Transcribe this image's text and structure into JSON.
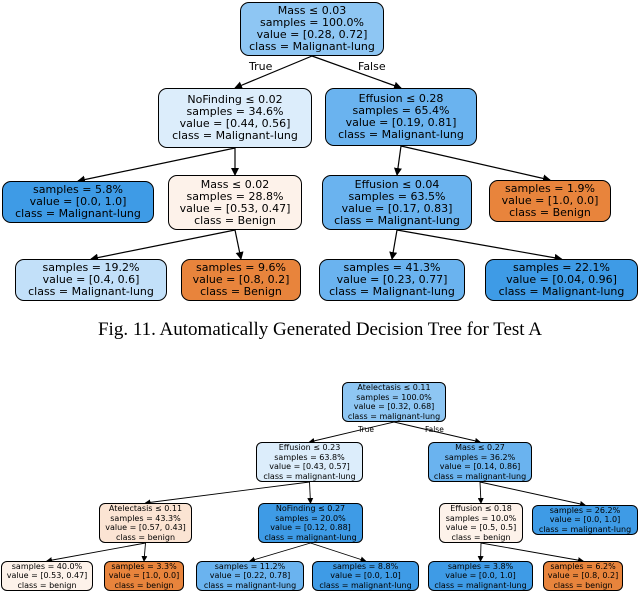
{
  "colors": {
    "malignant_dark": "#3e9be6",
    "malignant_mid": "#6ab3ef",
    "malignant_light": "#8ec6f3",
    "malignant_pale": "#c2e0f9",
    "malignant_faint": "#dcedfb",
    "benign_dark": "#e8843c",
    "benign_light": "#fbe4d3",
    "benign_faint": "#fdf2ea",
    "edge": "#000000"
  },
  "caption": "Fig. 11. Automatically Generated Decision Tree for Test A",
  "treeA": {
    "edge_labels": {
      "true": "True",
      "false": "False"
    },
    "root": {
      "lines": [
        "Mass ≤ 0.03",
        "samples = 100.0%",
        "value = [0.28, 0.72]",
        "class = Malignant-lung"
      ]
    },
    "l": {
      "lines": [
        "NoFinding ≤ 0.02",
        "samples = 34.6%",
        "value = [0.44, 0.56]",
        "class = Malignant-lung"
      ]
    },
    "r": {
      "lines": [
        "Effusion ≤ 0.28",
        "samples = 65.4%",
        "value = [0.19, 0.81]",
        "class = Malignant-lung"
      ]
    },
    "ll": {
      "lines": [
        "samples = 5.8%",
        "value = [0.0, 1.0]",
        "class = Malignant-lung"
      ]
    },
    "lr": {
      "lines": [
        "Mass ≤ 0.02",
        "samples = 28.8%",
        "value = [0.53, 0.47]",
        "class = Benign"
      ]
    },
    "rl": {
      "lines": [
        "Effusion ≤ 0.04",
        "samples = 63.5%",
        "value = [0.17, 0.83]",
        "class = Malignant-lung"
      ]
    },
    "rr": {
      "lines": [
        "samples = 1.9%",
        "value = [1.0, 0.0]",
        "class = Benign"
      ]
    },
    "lrl": {
      "lines": [
        "samples = 19.2%",
        "value = [0.4, 0.6]",
        "class = Malignant-lung"
      ]
    },
    "lrr": {
      "lines": [
        "samples = 9.6%",
        "value = [0.8, 0.2]",
        "class = Benign"
      ]
    },
    "rll": {
      "lines": [
        "samples = 41.3%",
        "value = [0.23, 0.77]",
        "class = Malignant-lung"
      ]
    },
    "rlr": {
      "lines": [
        "samples = 22.1%",
        "value = [0.04, 0.96]",
        "class = Malignant-lung"
      ]
    }
  },
  "treeB": {
    "edge_labels": {
      "true": "True",
      "false": "False"
    },
    "root": {
      "lines": [
        "Atelectasis ≤ 0.11",
        "samples = 100.0%",
        "value = [0.32, 0.68]",
        "class = malignant-lung"
      ]
    },
    "l": {
      "lines": [
        "Effusion ≤ 0.23",
        "samples = 63.8%",
        "value = [0.43, 0.57]",
        "class = malignant-lung"
      ]
    },
    "r": {
      "lines": [
        "Mass ≤ 0.27",
        "samples = 36.2%",
        "value = [0.14, 0.86]",
        "class = malignant-lung"
      ]
    },
    "ll": {
      "lines": [
        "Atelectasis ≤ 0.11",
        "samples = 43.3%",
        "value = [0.57, 0.43]",
        "class = benign"
      ]
    },
    "lr": {
      "lines": [
        "NoFinding ≤ 0.27",
        "samples = 20.0%",
        "value = [0.12, 0.88]",
        "class = malignant-lung"
      ]
    },
    "rl": {
      "lines": [
        "Effusion ≤ 0.18",
        "samples = 10.0%",
        "value = [0.5, 0.5]",
        "class = benign"
      ]
    },
    "rr": {
      "lines": [
        "samples = 26.2%",
        "value = [0.0, 1.0]",
        "class = malignant-lung"
      ]
    },
    "lll": {
      "lines": [
        "samples = 40.0%",
        "value = [0.53, 0.47]",
        "class = benign"
      ]
    },
    "llr": {
      "lines": [
        "samples = 3.3%",
        "value = [1.0, 0.0]",
        "class = benign"
      ]
    },
    "lrl": {
      "lines": [
        "samples = 11.2%",
        "value = [0.22, 0.78]",
        "class = malignant-lung"
      ]
    },
    "lrr": {
      "lines": [
        "samples = 8.8%",
        "value = [0.0, 1.0]",
        "class = malignant-lung"
      ]
    },
    "rll": {
      "lines": [
        "samples = 3.8%",
        "value = [0.0, 1.0]",
        "class = malignant-lung"
      ]
    },
    "rlr": {
      "lines": [
        "samples = 6.2%",
        "value = [0.8, 0.2]",
        "class = benign"
      ]
    }
  }
}
